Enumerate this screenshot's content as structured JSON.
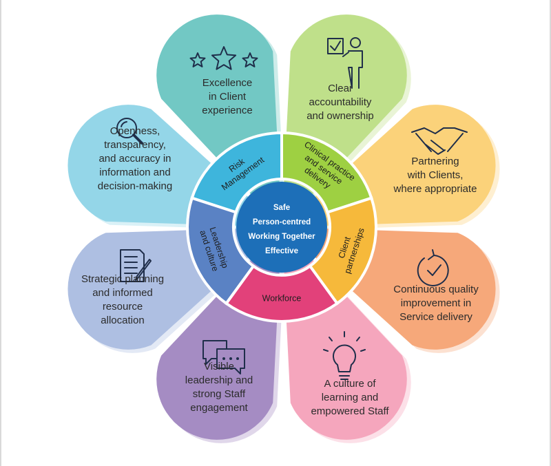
{
  "center": {
    "lines": [
      "Safe",
      "Person-centred",
      "Working Together",
      "Effective"
    ],
    "color": "#1d6fb8"
  },
  "petals": [
    {
      "id": "excellence",
      "lines": [
        "Excellence",
        "in Client",
        "experience"
      ],
      "color": "#72c8c4",
      "icon": "three-stars-icon"
    },
    {
      "id": "accountability",
      "lines": [
        "Clear",
        "accountability",
        "and ownership"
      ],
      "color": "#bfe08a",
      "icon": "person-checklist-icon"
    },
    {
      "id": "partnering",
      "lines": [
        "Partnering",
        "with Clients,",
        "where appropriate"
      ],
      "color": "#fbd27a",
      "icon": "handshake-icon"
    },
    {
      "id": "quality",
      "lines": [
        "Continuous quality",
        "improvement in",
        "Service delivery"
      ],
      "color": "#f6a87a",
      "icon": "refresh-check-icon"
    },
    {
      "id": "learning",
      "lines": [
        "A culture of",
        "learning and",
        "empowered Staff"
      ],
      "color": "#f5a6bd",
      "icon": "lightbulb-icon"
    },
    {
      "id": "engagement",
      "lines": [
        "Visible",
        "leadership and",
        "strong Staff",
        "engagement"
      ],
      "color": "#a58cc3",
      "icon": "chat-bubbles-icon"
    },
    {
      "id": "planning",
      "lines": [
        "Strategic planning",
        "and informed",
        "resource",
        "allocation"
      ],
      "color": "#aebfe2",
      "icon": "document-pen-icon"
    },
    {
      "id": "openness",
      "lines": [
        "Openness,",
        "transparency,",
        "and accuracy in",
        "information and",
        "decision-making"
      ],
      "color": "#94d6e8",
      "icon": "magnifier-icon"
    }
  ],
  "ring": [
    {
      "id": "risk",
      "lines": [
        "Risk",
        "Management"
      ],
      "color": "#3eb5dc"
    },
    {
      "id": "clinical",
      "lines": [
        "Clinical practice",
        "and service",
        "delivery"
      ],
      "color": "#9ed042"
    },
    {
      "id": "client",
      "lines": [
        "Client",
        "partnerships"
      ],
      "color": "#f6b93b"
    },
    {
      "id": "workforce",
      "lines": [
        "Workforce"
      ],
      "color": "#e2417a"
    },
    {
      "id": "leadership",
      "lines": [
        "Leadership",
        "and culture"
      ],
      "color": "#5a82c4"
    }
  ]
}
